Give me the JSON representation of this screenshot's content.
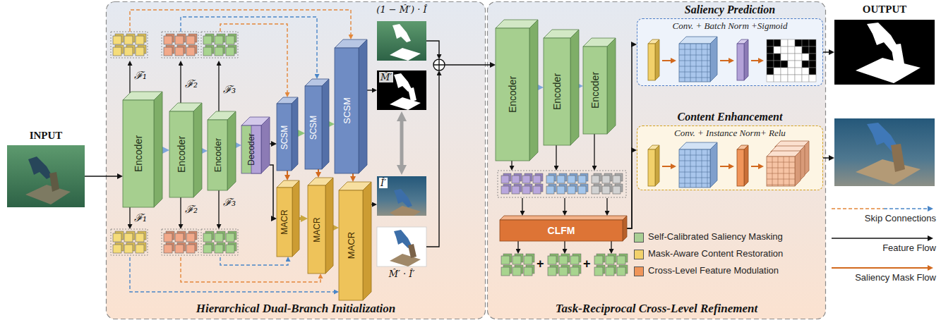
{
  "diagram": {
    "nodes": [
      {
        "text": [
          "Hierarchical Dual-Branch Initialization"
        ]
      },
      {
        "text": [
          "Encoder"
        ],
        "in": 0
      },
      {
        "text": [
          "Encoder"
        ],
        "in": 0
      },
      {
        "text": [
          "Encoder"
        ],
        "in": 0
      },
      {
        "text": [
          "Decoder"
        ],
        "in": 0
      },
      {
        "text": [
          "SCSM"
        ],
        "in": 0
      },
      {
        "text": [
          "SCSM"
        ],
        "in": 0
      },
      {
        "text": [
          "SCSM"
        ],
        "in": 0
      },
      {
        "text": [
          "MACR"
        ],
        "in": 0
      },
      {
        "text": [
          "MACR"
        ],
        "in": 0
      },
      {
        "text": [
          "MACR"
        ],
        "in": 0
      },
      {
        "text": [
          "Task-Reciprocal Cross-Level Refinement"
        ]
      },
      {
        "text": [
          "Encoder"
        ],
        "in": 11
      },
      {
        "text": [
          "Encoder"
        ],
        "in": 11
      },
      {
        "text": [
          "Encoder"
        ],
        "in": 11
      },
      {
        "text": [
          "CLFM"
        ],
        "in": 11
      },
      {
        "text": [
          "Saliency Prediction",
          "Conv. + Batch Norm +Sigmoid"
        ],
        "in": 11
      },
      {
        "text": [
          "Content Enhancement",
          "Conv. + Instance Norm+ Relu"
        ],
        "in": 11
      }
    ],
    "edges": [
      {
        "from": 1,
        "to": 2,
        "arrow": "to"
      },
      {
        "from": 2,
        "to": 3,
        "arrow": "to"
      },
      {
        "from": 3,
        "to": 4,
        "arrow": "to"
      },
      {
        "from": 4,
        "to": 5,
        "arrow": "to"
      },
      {
        "from": 4,
        "to": 8,
        "arrow": "to"
      },
      {
        "from": 5,
        "to": 6,
        "arrow": "to"
      },
      {
        "from": 6,
        "to": 7,
        "arrow": "to"
      },
      {
        "from": 8,
        "to": 9,
        "arrow": "to"
      },
      {
        "from": 9,
        "to": 10,
        "arrow": "to"
      },
      {
        "from": 5,
        "to": 8,
        "arrow": "to"
      },
      {
        "from": 6,
        "to": 9,
        "arrow": "to"
      },
      {
        "from": 7,
        "to": 10,
        "arrow": "to"
      },
      {
        "from": 12,
        "to": 13,
        "arrow": "to"
      },
      {
        "from": 13,
        "to": 14,
        "arrow": "to"
      },
      {
        "from": 15,
        "to": 16,
        "arrow": "to"
      },
      {
        "from": 15,
        "to": 17,
        "arrow": "to"
      }
    ],
    "labels": [
      "INPUT",
      "OUTPUT",
      "ℱ₁",
      "ℱ₂",
      "ℱ₃",
      "ℱ₁",
      "ℱ₂",
      "ℱ₃",
      "(1 − M̂′) · Î",
      "M̂′",
      "Î′",
      "M̂′ · Î′",
      "+",
      "+"
    ],
    "legend": [
      {
        "text": "Self-Calibrated Saliency Masking",
        "color": "#a9cf94"
      },
      {
        "text": "Mask-Aware Content Restoration",
        "color": "#f2d16b"
      },
      {
        "text": "Cross-Level Feature Modulation",
        "color": "#f0955a"
      },
      {
        "text": "Skip Connections"
      },
      {
        "text": "Feature Flow"
      },
      {
        "text": "Saliency Mask Flow"
      }
    ]
  }
}
